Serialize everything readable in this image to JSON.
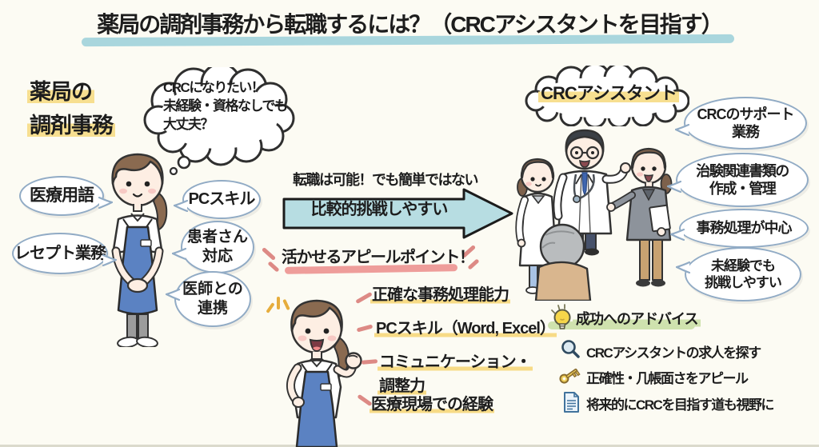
{
  "title": "薬局の調剤事務から転職するには？（CRCアシスタントを目指す）",
  "left": {
    "heading_line1": "薬局の",
    "heading_line2": "調剤事務",
    "thought_bubble": "CRCになりたい！\n未経験・資格なしでも\n大丈夫？",
    "role_bubbles": [
      "医療用語",
      "レセプト業務",
      "PCスキル",
      "患者さん\n対応",
      "医師との\n連携"
    ]
  },
  "middle": {
    "transition_note": "転職は可能！でも簡単ではない",
    "arrow_label": "比較的挑戦しやすい",
    "appeal_heading": "活かせるアピールポイント！",
    "appeal_points": [
      "正確な事務処理能力",
      "PCスキル（Word, Excel）",
      "コミュニケーション・\n調整力",
      "医療現場での経験"
    ]
  },
  "right": {
    "cloud_label": "CRCアシスタント",
    "job_bubbles": [
      "CRCのサポート\n業務",
      "治験関連書類の\n作成・管理",
      "事務処理が中心",
      "未経験でも\n挑戦しやすい"
    ],
    "advice": {
      "heading": "成功へのアドバイス",
      "items": [
        {
          "icon": "magnifier-icon",
          "text": "CRCアシスタントの求人を探す"
        },
        {
          "icon": "key-icon",
          "text": "正確性・几帳面さをアピール"
        },
        {
          "icon": "document-icon",
          "text": "将来的にCRCを目指す道も視野に"
        }
      ]
    }
  },
  "colors": {
    "background": "#fcfbf3",
    "title_underline": "#a9d6dd",
    "arrow_fill": "#b7dde2",
    "highlight_yellow": "#f7df90",
    "highlight_green": "#cfe2ae",
    "underline_pink": "#ee9d9a",
    "emphasis_red": "#dd8a85",
    "bubble_border": "#91abc5",
    "apron_blue": "#5b82c2"
  }
}
